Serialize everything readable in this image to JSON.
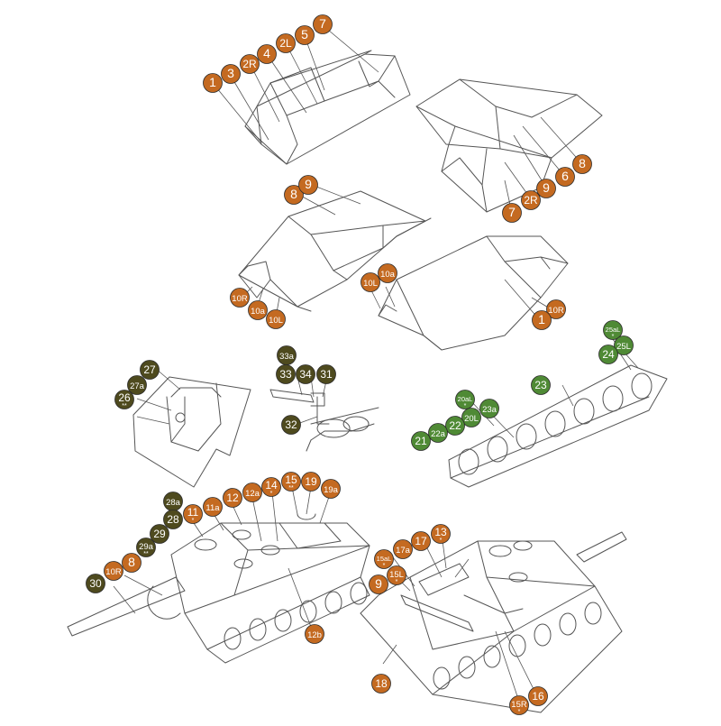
{
  "colors": {
    "orange": "#c46a21",
    "green": "#4f8a35",
    "olive": "#4e4a1e",
    "outline": "#555555",
    "label_text": "#ffffff"
  },
  "assemblies": [
    {
      "id": "hull-front-plate",
      "labels": [
        {
          "text": "1",
          "color": "orange"
        },
        {
          "text": "3",
          "color": "orange"
        },
        {
          "text": "2R",
          "color": "orange"
        },
        {
          "text": "4",
          "color": "orange"
        },
        {
          "text": "2L",
          "color": "orange"
        },
        {
          "text": "5",
          "color": "orange"
        },
        {
          "text": "7",
          "color": "orange"
        }
      ]
    },
    {
      "id": "hull-rear-box",
      "labels": [
        {
          "text": "7",
          "color": "orange"
        },
        {
          "text": "2R",
          "color": "orange"
        },
        {
          "text": "9",
          "color": "orange"
        },
        {
          "text": "6",
          "color": "orange"
        },
        {
          "text": "8",
          "color": "orange"
        }
      ]
    },
    {
      "id": "casemate",
      "labels": [
        {
          "text": "8",
          "color": "orange"
        },
        {
          "text": "9",
          "color": "orange"
        },
        {
          "text": "10R",
          "color": "orange"
        },
        {
          "text": "10a",
          "color": "orange"
        },
        {
          "text": "10L",
          "color": "orange"
        }
      ]
    },
    {
      "id": "lower-hull",
      "labels": [
        {
          "text": "10L",
          "color": "orange"
        },
        {
          "text": "10a",
          "color": "orange"
        },
        {
          "text": "10R",
          "color": "orange"
        },
        {
          "text": "1",
          "color": "orange"
        }
      ]
    },
    {
      "id": "mantlet",
      "labels": [
        {
          "text": "27",
          "color": "olive"
        },
        {
          "text": "27a",
          "color": "olive"
        },
        {
          "text": "26",
          "color": "olive",
          "marks": "**"
        }
      ]
    },
    {
      "id": "gun-mount",
      "labels": [
        {
          "text": "33a",
          "color": "olive"
        },
        {
          "text": "33",
          "color": "olive"
        },
        {
          "text": "34",
          "color": "olive"
        },
        {
          "text": "31",
          "color": "olive"
        },
        {
          "text": "32",
          "color": "olive"
        }
      ]
    },
    {
      "id": "running-gear",
      "labels": [
        {
          "text": "25aL",
          "color": "green",
          "marks": "*"
        },
        {
          "text": "25L",
          "color": "green"
        },
        {
          "text": "24",
          "color": "green"
        },
        {
          "text": "23",
          "color": "green"
        },
        {
          "text": "20aL",
          "color": "green",
          "marks": "*"
        },
        {
          "text": "23a",
          "color": "green"
        },
        {
          "text": "20L",
          "color": "green"
        },
        {
          "text": "22",
          "color": "green"
        },
        {
          "text": "22a",
          "color": "green"
        },
        {
          "text": "21",
          "color": "green"
        }
      ]
    },
    {
      "id": "final-front-view",
      "labels": [
        {
          "text": "28a",
          "color": "olive"
        },
        {
          "text": "28",
          "color": "olive"
        },
        {
          "text": "29",
          "color": "olive"
        },
        {
          "text": "29a",
          "color": "olive",
          "marks": "**"
        },
        {
          "text": "30",
          "color": "olive"
        },
        {
          "text": "10R",
          "color": "orange"
        },
        {
          "text": "8",
          "color": "orange"
        },
        {
          "text": "11",
          "color": "orange",
          "marks": "*"
        },
        {
          "text": "11a",
          "color": "orange"
        },
        {
          "text": "12",
          "color": "orange"
        },
        {
          "text": "12a",
          "color": "orange"
        },
        {
          "text": "14",
          "color": "orange",
          "marks": "*"
        },
        {
          "text": "15",
          "color": "orange",
          "marks": "**"
        },
        {
          "text": "19",
          "color": "orange"
        },
        {
          "text": "19a",
          "color": "orange"
        },
        {
          "text": "12b",
          "color": "orange"
        }
      ]
    },
    {
      "id": "final-rear-view",
      "labels": [
        {
          "text": "17a",
          "color": "orange"
        },
        {
          "text": "17",
          "color": "orange"
        },
        {
          "text": "13",
          "color": "orange",
          "marks": "*"
        },
        {
          "text": "15aL",
          "color": "orange",
          "marks": "*"
        },
        {
          "text": "15L",
          "color": "orange",
          "marks": "*"
        },
        {
          "text": "9",
          "color": "orange"
        },
        {
          "text": "18",
          "color": "orange"
        },
        {
          "text": "15R",
          "color": "orange",
          "marks": "*"
        },
        {
          "text": "16",
          "color": "orange"
        }
      ]
    }
  ]
}
